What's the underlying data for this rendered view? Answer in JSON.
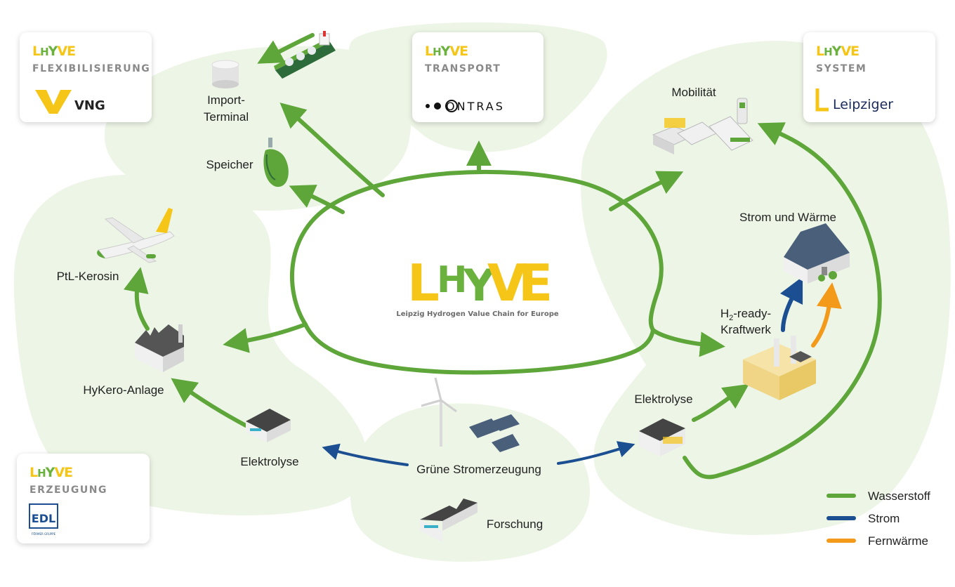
{
  "logo": {
    "letters": [
      "L",
      "H",
      "Y",
      "V",
      "E"
    ],
    "tagline": "Leipzig Hydrogen Value Chain for Europe"
  },
  "cards": [
    {
      "id": "flex",
      "title": "FLEXIBILISIERUNG",
      "partner": "VNG"
    },
    {
      "id": "transport",
      "title": "TRANSPORT",
      "partner": "ONTRAS"
    },
    {
      "id": "system",
      "title": "SYSTEM",
      "partner": "Leipziger"
    },
    {
      "id": "erzeugung",
      "title": "ERZEUGUNG",
      "partner": "EDL",
      "partner_sub": "FÖRMER GRUPPE"
    }
  ],
  "nodes": {
    "import_terminal": [
      "Import-",
      "Terminal"
    ],
    "speicher": "Speicher",
    "ptl_kerosin": "PtL-Kerosin",
    "hykero": "HyKero-Anlage",
    "elektrolyse_left": "Elektrolyse",
    "gruene_strom": "Grüne Stromerzeugung",
    "forschung": "Forschung",
    "elektrolyse_right": "Elektrolyse",
    "kraftwerk_line1_a": "H",
    "kraftwerk_line1_sub": "2",
    "kraftwerk_line1_b": "-ready-",
    "kraftwerk_line2": "Kraftwerk",
    "strom_waerme": "Strom und Wärme",
    "mobilitaet": "Mobilität"
  },
  "legend": [
    {
      "label": "Wasserstoff",
      "color": "#5ea63a"
    },
    {
      "label": "Strom",
      "color": "#1b4f91"
    },
    {
      "label": "Fernwärme",
      "color": "#f39a1b"
    }
  ],
  "colors": {
    "green": "#5ea63a",
    "blue": "#1b4f91",
    "orange": "#f39a1b",
    "yellow": "#f5c518",
    "logo_green": "#6ab13d",
    "bg_zone": "#edf5e6"
  }
}
